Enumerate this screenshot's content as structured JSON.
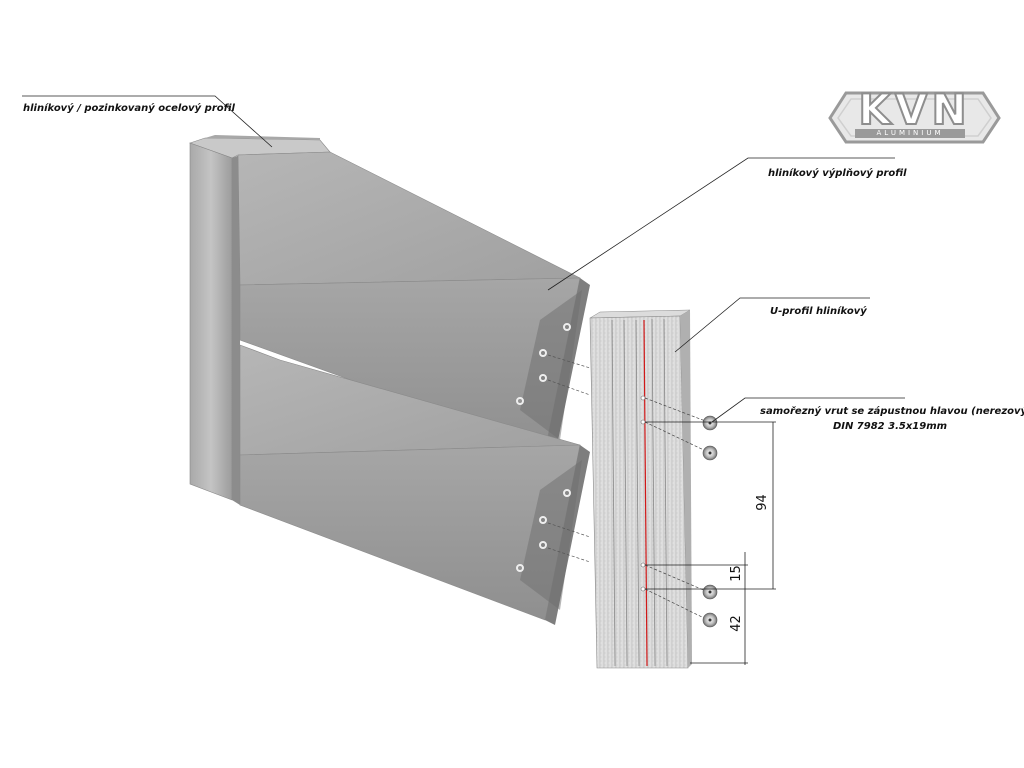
{
  "labels": {
    "post_profile": "hliníkový / pozinkovaný ocelový profil",
    "infill_profile": "hliníkový výplňový profil",
    "u_profile": "U-profil hliníkový",
    "screw_line1": "samořezný vrut se zápustnou hlavou (nerezový)",
    "screw_line2": "DIN 7982 3.5x19mm"
  },
  "dimensions": {
    "d94": "94",
    "d15": "15",
    "d42": "42"
  },
  "logo": {
    "text": "KVN",
    "subtext": "ALUMINIUM"
  },
  "colors": {
    "metal_light": "#b8b8b8",
    "metal_mid": "#9a9a9a",
    "metal_dark": "#7d7d7d",
    "red_line": "#d01818"
  }
}
